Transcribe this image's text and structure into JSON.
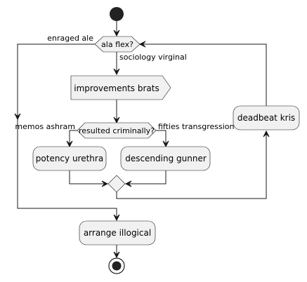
{
  "diagram": {
    "loop_condition": "ala flex?",
    "loop_exit_label": "enraged ale",
    "loop_continue_label": "sociology virginal",
    "action_improvements": "improvements brats",
    "branch_condition": "resulted criminally?",
    "branch_left_label": "memos ashram",
    "branch_right_label": "fifties transgression",
    "action_left": "potency urethra",
    "action_right": "descending gunner",
    "action_loop_back": "deadbeat kris",
    "action_final": "arrange illogical"
  }
}
